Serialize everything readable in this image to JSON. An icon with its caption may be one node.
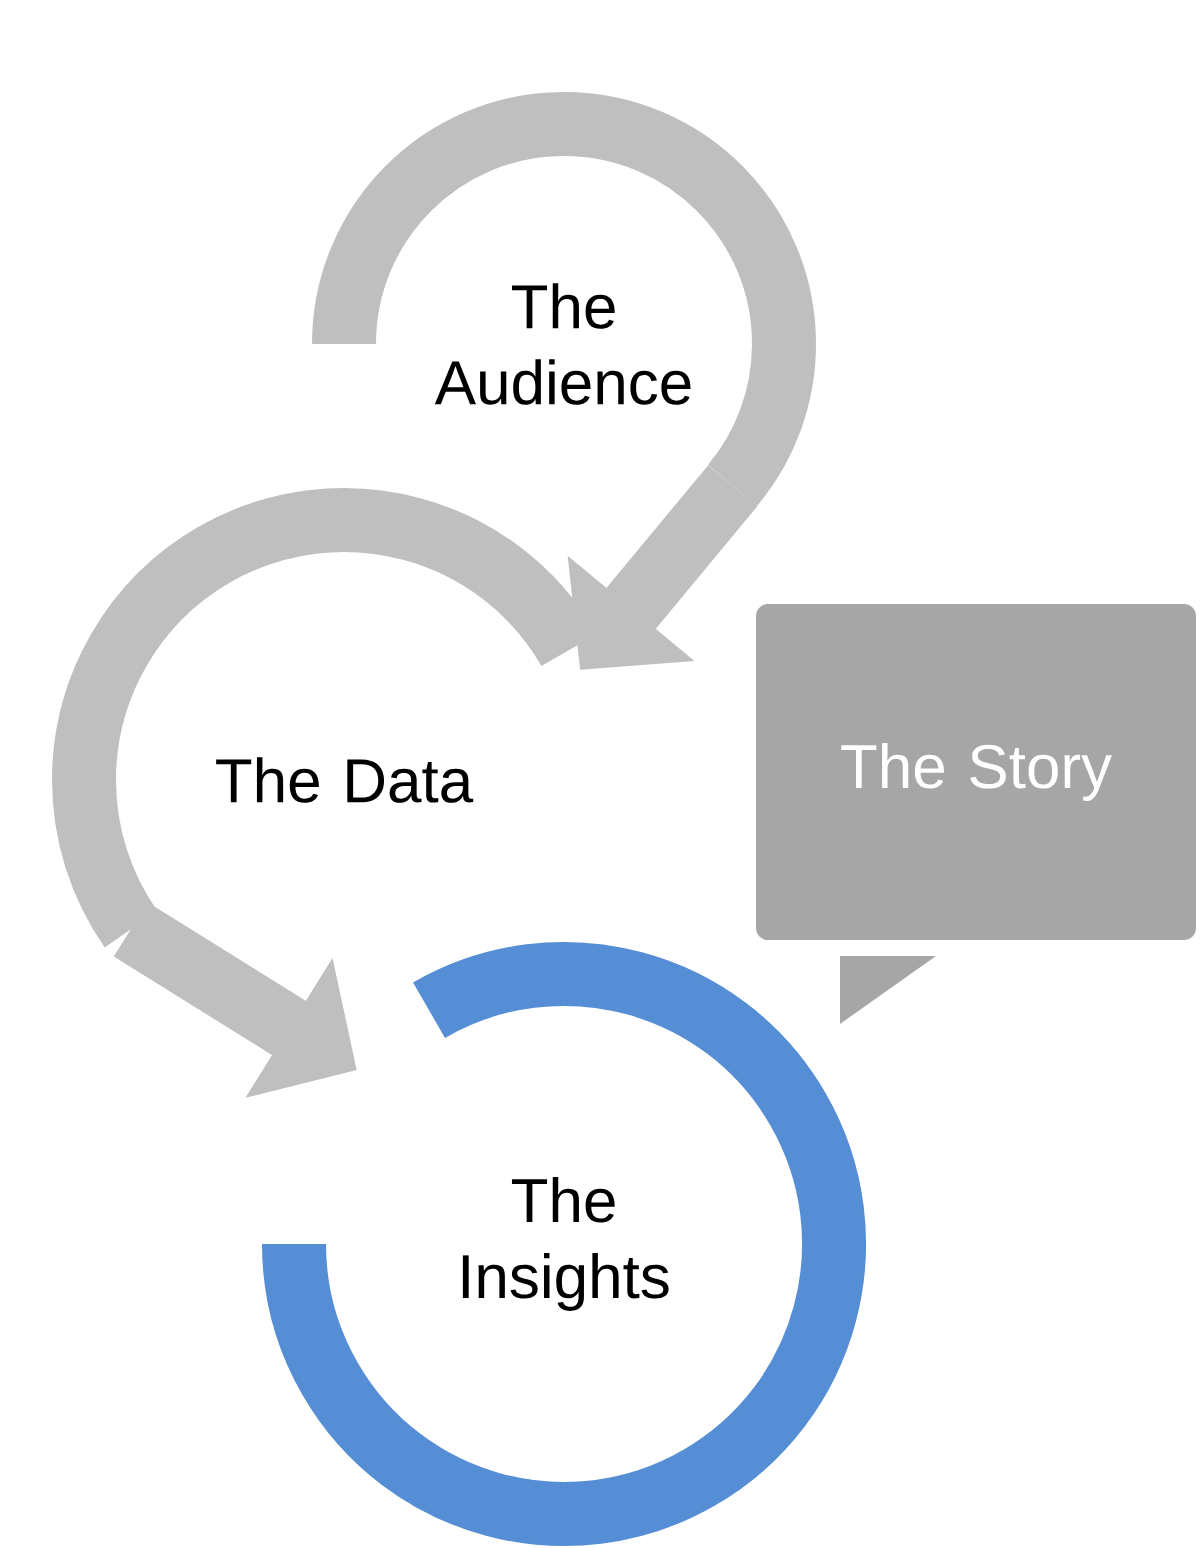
{
  "diagram": {
    "nodes": [
      {
        "text": [
          "The Audience"
        ]
      },
      {
        "text": [
          "The Data"
        ]
      },
      {
        "text": [
          "The Insights"
        ]
      },
      {
        "text": [
          "The Story"
        ]
      }
    ],
    "edges": [
      {
        "from": 0,
        "to": 1,
        "arrow": "to"
      },
      {
        "from": 1,
        "to": 2,
        "arrow": "to"
      }
    ]
  }
}
